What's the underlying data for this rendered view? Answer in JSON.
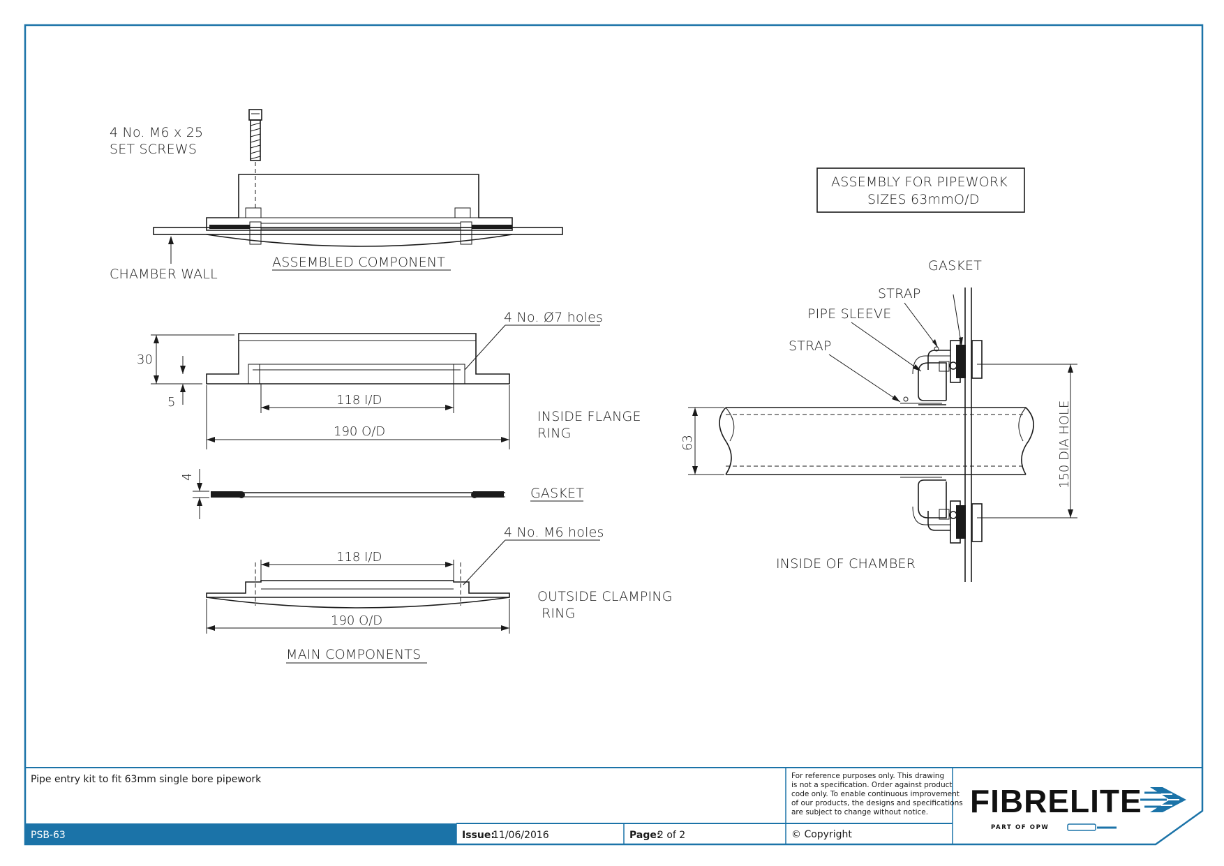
{
  "colors": {
    "frame": "#1b73a8",
    "ink": "#1a1a1a",
    "titlebar_bg": "#1b73a8",
    "titlebar_text": "#ffffff"
  },
  "left": {
    "set_screws_line1": "4 No. M6 x 25",
    "set_screws_line2": "SET SCREWS",
    "chamber_wall": "CHAMBER WALL",
    "assembled_component": "ASSEMBLED COMPONENT",
    "holes_7": "4 No. Ø7 holes",
    "dim_30": "30",
    "dim_5": "5",
    "dim_118_id_a": "118 I/D",
    "dim_190_od_a": "190 O/D",
    "inside_flange_line1": "INSIDE FLANGE",
    "inside_flange_line2": "RING",
    "dim_4": "4",
    "gasket": "GASKET",
    "holes_m6": "4 No. M6 holes",
    "dim_118_id_b": "118 I/D",
    "outside_clamp_line1": "OUTSIDE CLAMPING",
    "outside_clamp_line2": "RING",
    "dim_190_od_b": "190 O/D",
    "main_components": "MAIN COMPONENTS"
  },
  "right": {
    "assembly_box_line1": "ASSEMBLY FOR PIPEWORK",
    "assembly_box_line2": "SIZES 63mmO/D",
    "gasket": "GASKET",
    "strap_top": "STRAP",
    "pipe_sleeve": "PIPE SLEEVE",
    "strap_left": "STRAP",
    "dim_63": "63",
    "dim_150": "150 DIA HOLE",
    "inside_of_chamber": "INSIDE OF CHAMBER"
  },
  "title_block": {
    "description": "Pipe entry kit to fit 63mm single bore pipework",
    "disclaimer_lines": [
      "For reference purposes only. This drawing",
      "is not a specification. Order against product",
      "code only.  To enable continuous improvement",
      "of our products, the designs and specifications",
      "are subject to change without notice."
    ],
    "code": "PSB-63",
    "issue_label": "Issue:",
    "issue_value": "11/06/2016",
    "page_label": "Page:",
    "page_value": "2 of 2",
    "copyright": "© Copyright",
    "brand": "FIBRELITE",
    "brand_sub": "PART OF OPW"
  }
}
